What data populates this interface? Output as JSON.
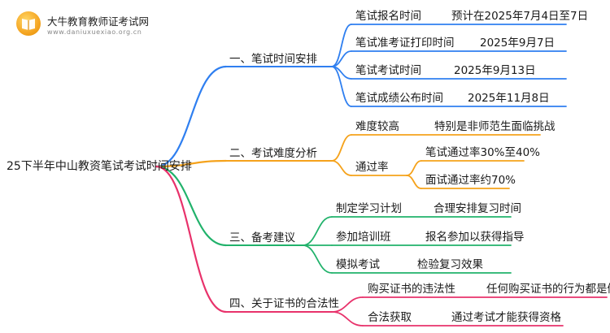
{
  "logo": {
    "title": "大牛教育教师证考试网",
    "url": "www.daniuxuexiao.org.cn"
  },
  "colors": {
    "blue": "#2f7ff0",
    "orange": "#f5a21b",
    "green": "#21b26b",
    "red": "#e8326b"
  },
  "root": "25下半年中山教资笔试考试时间安排",
  "branches": [
    {
      "label": "一、笔试时间安排",
      "color": "blue",
      "children": [
        {
          "label": "笔试报名时间",
          "value": "预计在2025年7月4日至7日"
        },
        {
          "label": "笔试准考证打印时间",
          "value": "2025年9月7日"
        },
        {
          "label": "笔试考试时间",
          "value": "2025年9月13日"
        },
        {
          "label": "笔试成绩公布时间",
          "value": "2025年11月8日"
        }
      ]
    },
    {
      "label": "二、考试难度分析",
      "color": "orange",
      "children": [
        {
          "label": "难度较高",
          "value": "特别是非师范生面临挑战"
        },
        {
          "label": "通过率",
          "values": [
            "笔试通过率30%至40%",
            "面试通过率约70%"
          ]
        }
      ]
    },
    {
      "label": "三、备考建议",
      "color": "green",
      "children": [
        {
          "label": "制定学习计划",
          "value": "合理安排复习时间"
        },
        {
          "label": "参加培训班",
          "value": "报名参加以获得指导"
        },
        {
          "label": "模拟考试",
          "value": "检验复习效果"
        }
      ]
    },
    {
      "label": "四、关于证书的合法性",
      "color": "red",
      "children": [
        {
          "label": "购买证书的违法性",
          "value": "任何购买证书的行为都是假的"
        },
        {
          "label": "合法获取",
          "value": "通过考试才能获得资格"
        }
      ]
    }
  ]
}
